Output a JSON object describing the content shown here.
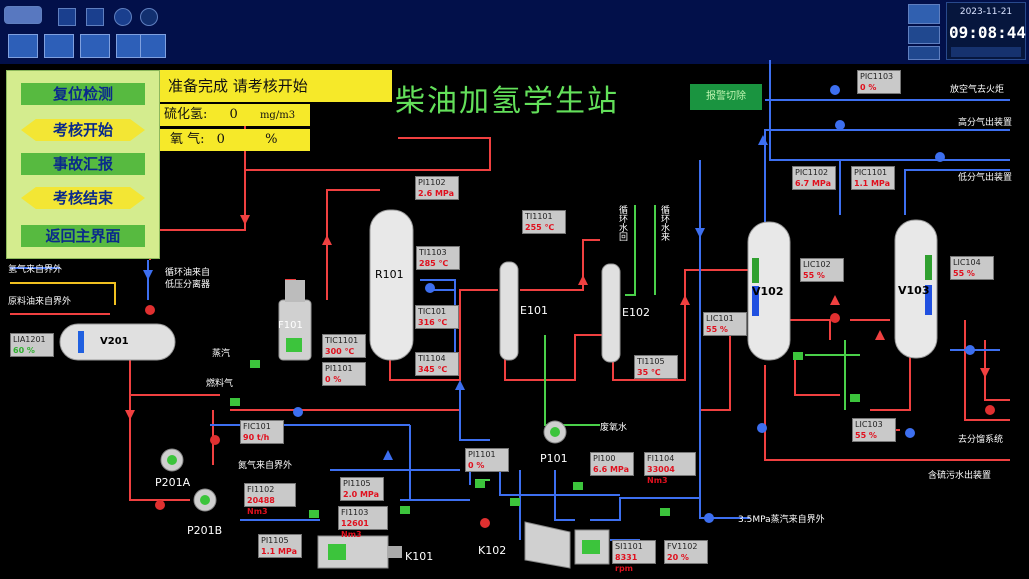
{
  "topbar": {
    "date": "2023-11-21",
    "time": "09:08:44"
  },
  "panel": {
    "reset": "复位检测",
    "start": "考核开始",
    "incident": "事故汇报",
    "end": "考核结束",
    "home": "返回主界面"
  },
  "status": {
    "ready": "准备完成 请考核开始",
    "h2s_label": "硫化氢:",
    "h2s_value": "0",
    "h2s_unit": "mg/m3",
    "o2_label": "氧 气:",
    "o2_value": "0",
    "o2_unit": "%"
  },
  "title": "柴油加氢学生站",
  "alarm_button": "报警切除",
  "labels": {
    "hydrogen_in": "氢气来自界外",
    "feed_oil": "原料油来自界外",
    "recycle": "循环油来自",
    "separator": "低压分离器",
    "steam": "蒸汽",
    "fuel_gas": "燃料气",
    "nitrogen": "氮气来自界外",
    "waste_water": "废氧水",
    "to_flare": "放空气去火炬",
    "hp_gas": "高分气出装置",
    "lp_gas": "低分气出装置",
    "to_fractionation": "去分馏系统",
    "sour_water": "含硫污水出装置",
    "steam_in": "3.5MPa蒸汽来自界外",
    "cooling_water_in": "循环水回",
    "cooling_water_out": "循环水来"
  },
  "equipment": {
    "v201": "V201",
    "f101": "F101",
    "r101": "R101",
    "e101": "E101",
    "e102": "E102",
    "v102": "V102",
    "v103": "V103",
    "p101": "P101",
    "p201a": "P201A",
    "p201b": "P201B",
    "k101": "K101",
    "k102": "K102"
  },
  "instruments": [
    {
      "tag": "LIA1201",
      "value": "60 %"
    },
    {
      "tag": "PI1102",
      "value": "2.6 MPa"
    },
    {
      "tag": "TI1101",
      "value": "255 ℃"
    },
    {
      "tag": "TI1103",
      "value": "285 ℃"
    },
    {
      "tag": "TIC1101",
      "value": "300 ℃"
    },
    {
      "tag": "PI1101",
      "value": "0 %"
    },
    {
      "tag": "TIC101",
      "value": "316 ℃"
    },
    {
      "tag": "TI1104",
      "value": "345 ℃"
    },
    {
      "tag": "PIC1103",
      "value": "0 %"
    },
    {
      "tag": "PIC1102",
      "value": "6.7 MPa"
    },
    {
      "tag": "PIC1101",
      "value": "1.1 MPa"
    },
    {
      "tag": "LIC102",
      "value": "55 %"
    },
    {
      "tag": "LIC104",
      "value": "55 %"
    },
    {
      "tag": "LIC101",
      "value": "55 %"
    },
    {
      "tag": "TI1105",
      "value": "35 ℃"
    },
    {
      "tag": "LIC103",
      "value": "55 %"
    },
    {
      "tag": "FIC101",
      "value": "90 t/h"
    },
    {
      "tag": "PI1101",
      "value": "0 %"
    },
    {
      "tag": "PI100",
      "value": "6.6 MPa"
    },
    {
      "tag": "FI1104",
      "value": "33004 Nm3"
    },
    {
      "tag": "FI1102",
      "value": "20488 Nm3"
    },
    {
      "tag": "PI1105",
      "value": "2.0 MPa"
    },
    {
      "tag": "FI1103",
      "value": "12601 Nm3"
    },
    {
      "tag": "PI1105",
      "value": "1.1 MPa"
    },
    {
      "tag": "SI1101",
      "value": "8331 rpm"
    },
    {
      "tag": "FV1102",
      "value": "20 %"
    }
  ]
}
